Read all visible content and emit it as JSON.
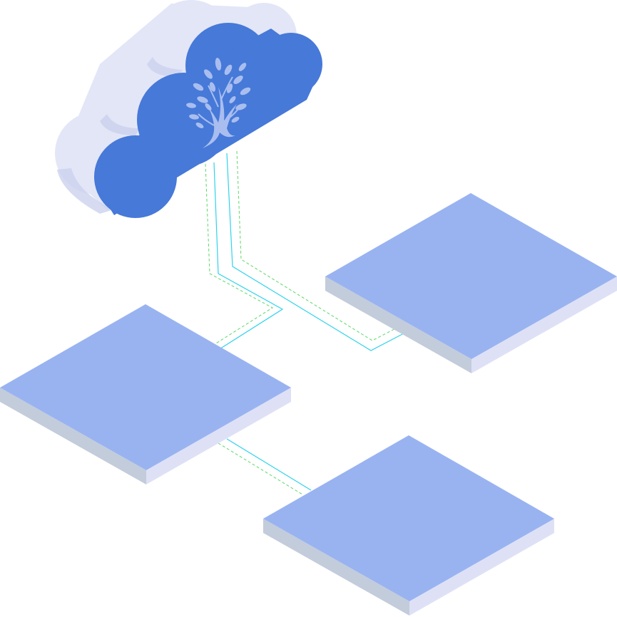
{
  "diagram": {
    "kind": "isometric cloud connected to three platforms",
    "colors": {
      "cloud_front": "#4679D8",
      "cloud_side": "#E3E6F7",
      "cloud_side_shade": "#CCD2EE",
      "tree": "#A9BEEF",
      "platform_top": "#99B3F1",
      "platform_left": "#C3CCDB",
      "platform_right": "#DEE1F6",
      "link_solid": "#2ED3EC",
      "link_dashed": "#5DD86A"
    },
    "nodes": [
      {
        "id": "cloud",
        "icon": "tree-icon"
      },
      {
        "id": "platform-left"
      },
      {
        "id": "platform-right"
      },
      {
        "id": "platform-bottom"
      }
    ],
    "links": [
      {
        "from": "cloud",
        "to": "platform-left"
      },
      {
        "from": "cloud",
        "to": "platform-right"
      },
      {
        "from": "platform-left",
        "to": "platform-bottom"
      }
    ]
  }
}
